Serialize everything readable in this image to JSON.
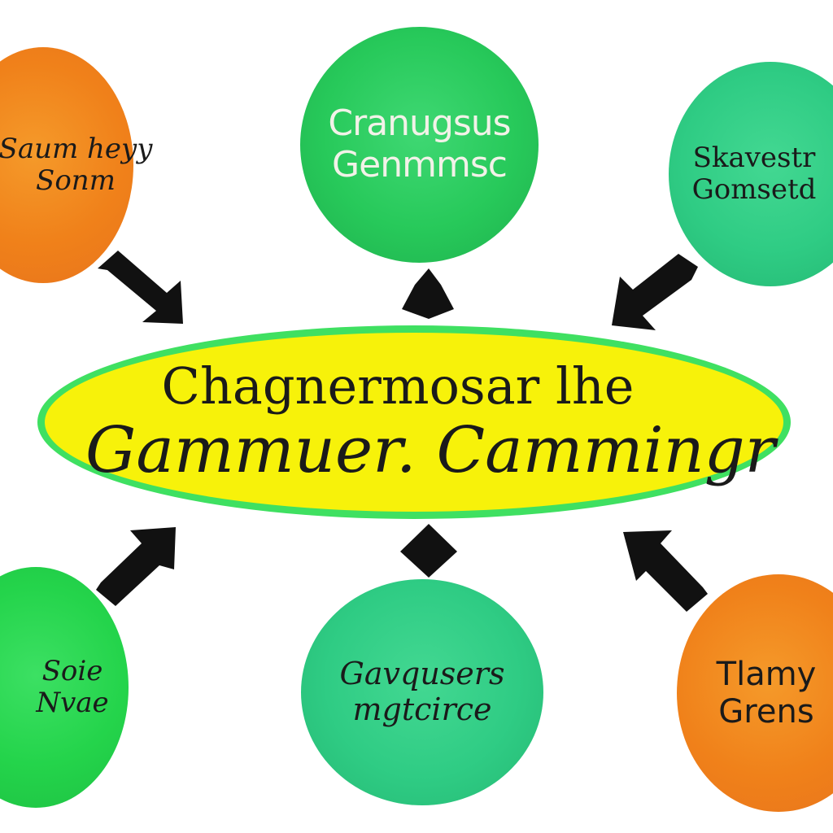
{
  "center": {
    "line1": "Chagnermosar lhe",
    "line2": "Gammuer. Cammingr"
  },
  "nodes": {
    "top_left": {
      "line1": "Saum heyy",
      "line2": "Sonm",
      "color": "#f0811a"
    },
    "top_center": {
      "line1": "Cranugsus",
      "line2": "Genmmsc",
      "color": "#27c95a"
    },
    "top_right": {
      "line1": "Skavestr",
      "line2": "Gomsetd",
      "color": "#2fcc84"
    },
    "bot_left": {
      "line1": "Soie",
      "line2": "Nvae",
      "color": "#24d44b"
    },
    "bot_center": {
      "line1": "Gavqusers",
      "line2": "mgtcirce",
      "color": "#2fcc84"
    },
    "bot_right": {
      "line1": "Tlamy",
      "line2": "Grens",
      "color": "#f0811a"
    }
  },
  "colors": {
    "ellipse_fill": "#f7f20a",
    "ellipse_border": "#3fe061",
    "arrow": "#111111",
    "background": "#ffffff"
  }
}
